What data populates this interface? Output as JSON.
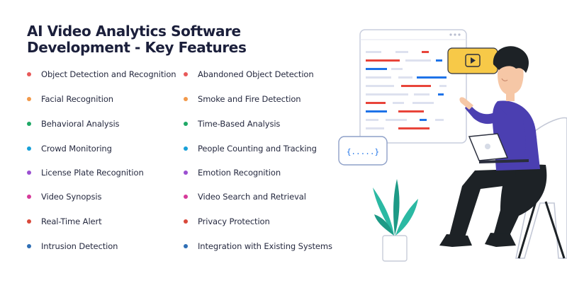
{
  "title": "AI Video Analytics Software Development - Key Features",
  "colors": {
    "heading": "#1b1f3b",
    "accent_red": "#e8443a",
    "accent_blue": "#1e73e8",
    "accent_yellow": "#f7c948",
    "shirt": "#4b3fb1",
    "pants": "#1d2226",
    "plant": "#2bb9a3"
  },
  "features": {
    "left": [
      {
        "label": "Object Detection and Recognition",
        "color": "#e85a5a"
      },
      {
        "label": "Facial Recognition",
        "color": "#f2994a"
      },
      {
        "label": "Behavioral Analysis",
        "color": "#1fa866"
      },
      {
        "label": "Crowd Monitoring",
        "color": "#18a0d8"
      },
      {
        "label": "License Plate Recognition",
        "color": "#9b4fd1"
      },
      {
        "label": "Video Synopsis",
        "color": "#d63a9a"
      },
      {
        "label": "Real-Time Alert",
        "color": "#d9493b"
      },
      {
        "label": "Intrusion Detection",
        "color": "#2f6fb5"
      }
    ],
    "right": [
      {
        "label": "Abandoned Object Detection",
        "color": "#e85a5a"
      },
      {
        "label": "Smoke and Fire Detection",
        "color": "#f2994a"
      },
      {
        "label": "Time-Based Analysis",
        "color": "#1fa866"
      },
      {
        "label": "People Counting and Tracking",
        "color": "#18a0d8"
      },
      {
        "label": "Emotion Recognition",
        "color": "#9b4fd1"
      },
      {
        "label": "Video Search and Retrieval",
        "color": "#d63a9a"
      },
      {
        "label": "Privacy Protection",
        "color": "#d9493b"
      },
      {
        "label": "Integration with Existing Systems",
        "color": "#2f6fb5"
      }
    ]
  },
  "illustration": {
    "code_bubble_text": "{.....}",
    "icons": [
      "play-icon",
      "code-icon"
    ]
  }
}
